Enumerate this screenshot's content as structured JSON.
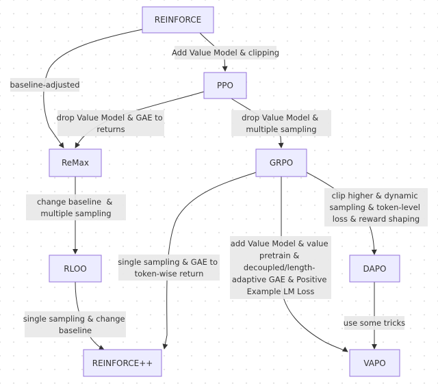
{
  "diagram": {
    "nodes": {
      "reinforce": "REINFORCE",
      "ppo": "PPO",
      "remax": "ReMax",
      "grpo": "GRPO",
      "rloo": "RLOO",
      "dapo": "DAPO",
      "reinforce_pp": "REINFORCE++",
      "vapo": "VAPO"
    },
    "edges": {
      "reinforce_ppo": [
        "Add Value Model & clipping"
      ],
      "reinforce_remax": [
        "baseline-adjusted"
      ],
      "ppo_remax": [
        "drop Value Model & GAE to",
        "returns"
      ],
      "ppo_grpo": [
        "drop Value Model &",
        "multiple sampling"
      ],
      "remax_rloo": [
        "change baseline  &",
        "multiple sampling"
      ],
      "grpo_reinforcepp": [
        "single sampling & GAE to",
        "token-wise return"
      ],
      "grpo_vapo": [
        "add Value Model & value",
        "pretrain &",
        "decoupled/length-",
        "adaptive GAE & Positive",
        "Example LM Loss"
      ],
      "grpo_dapo": [
        "clip higher & dynamic",
        "sampling & token-level",
        "loss & reward shaping"
      ],
      "rloo_reinforcepp": [
        "single sampling & change",
        "baseline"
      ],
      "dapo_vapo": [
        "use some tricks"
      ]
    }
  }
}
